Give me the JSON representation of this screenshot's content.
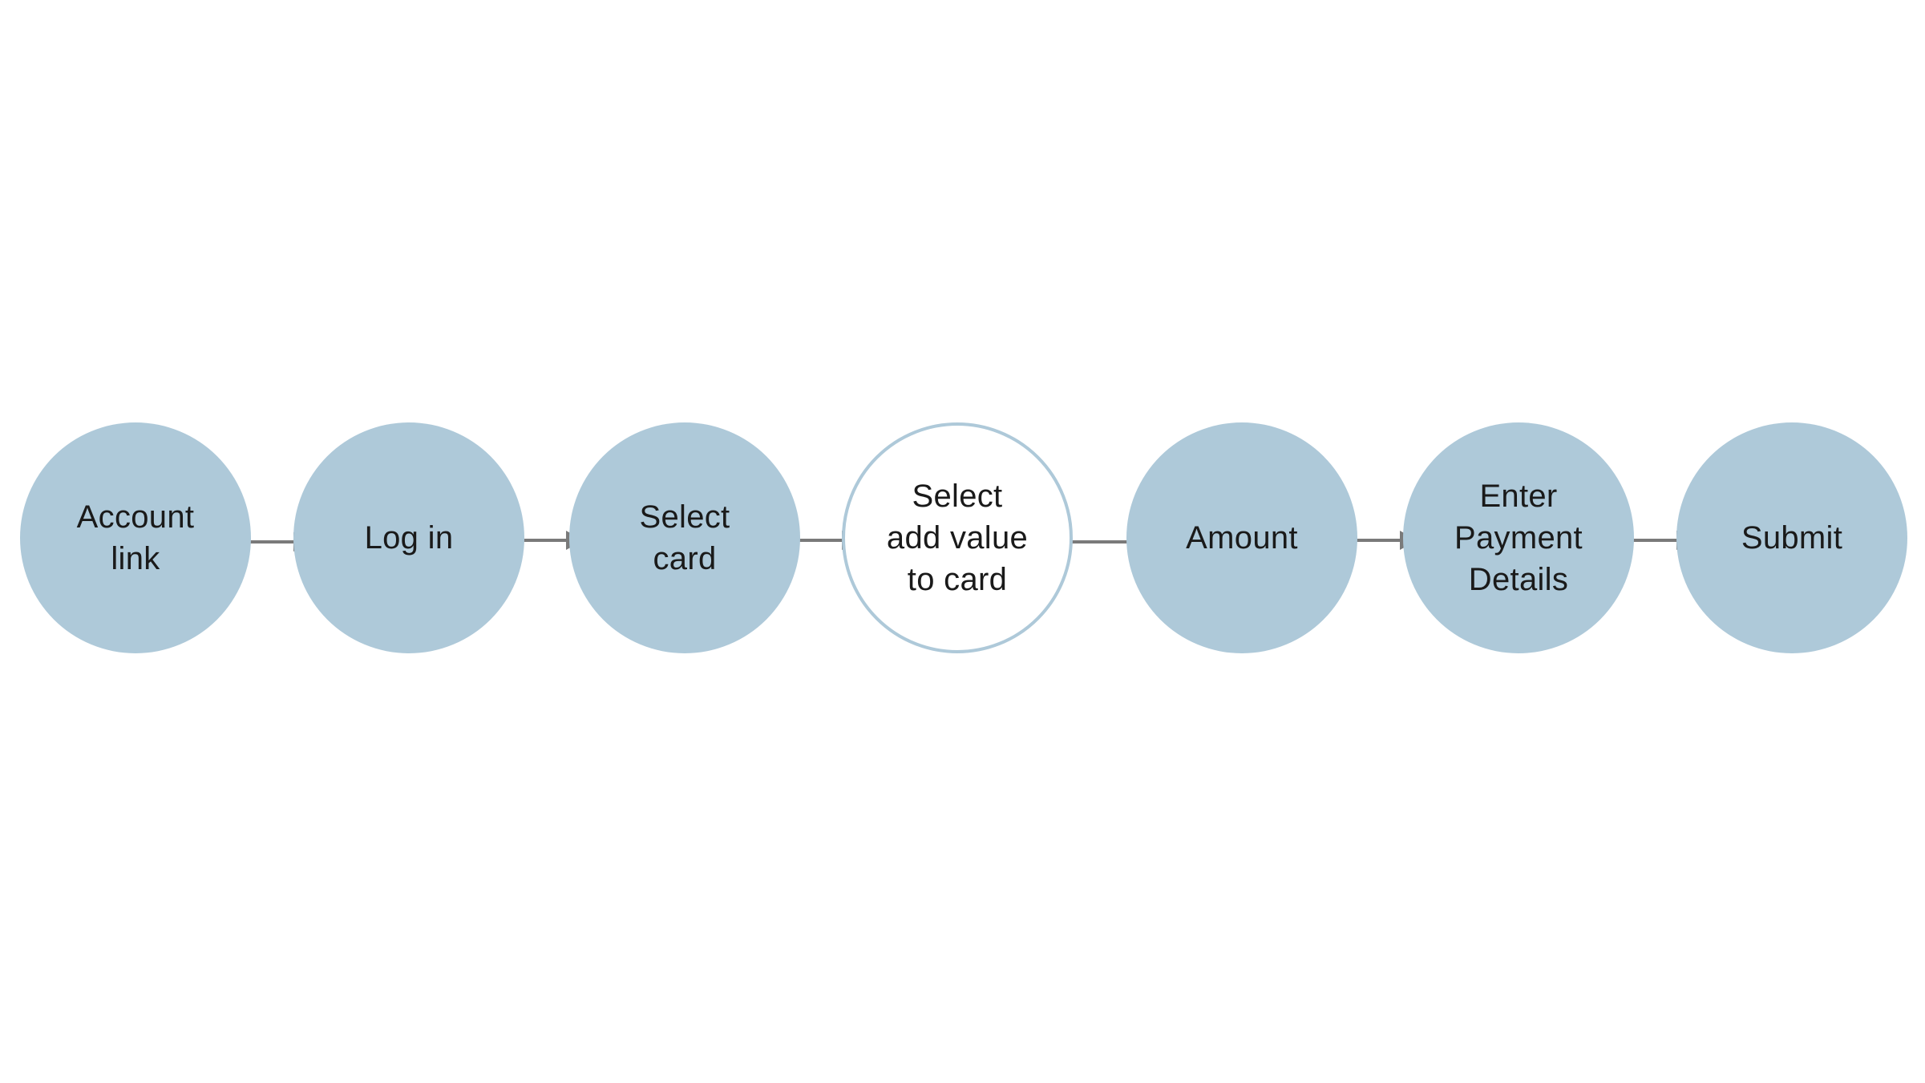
{
  "diagram": {
    "steps": [
      {
        "label": "Account\nlink",
        "style": "filled"
      },
      {
        "label": "Log in",
        "style": "filled"
      },
      {
        "label": "Select\ncard",
        "style": "filled"
      },
      {
        "label": "Select\nadd value\nto card",
        "style": "outlined"
      },
      {
        "label": "Amount",
        "style": "filled"
      },
      {
        "label": "Enter\nPayment\nDetails",
        "style": "filled"
      },
      {
        "label": "Submit",
        "style": "filled"
      }
    ],
    "colors": {
      "node_fill": "#aec9d9",
      "node_outline": "#aec9d9",
      "arrow": "#7a7a7a",
      "text": "#1a1a1a"
    }
  }
}
